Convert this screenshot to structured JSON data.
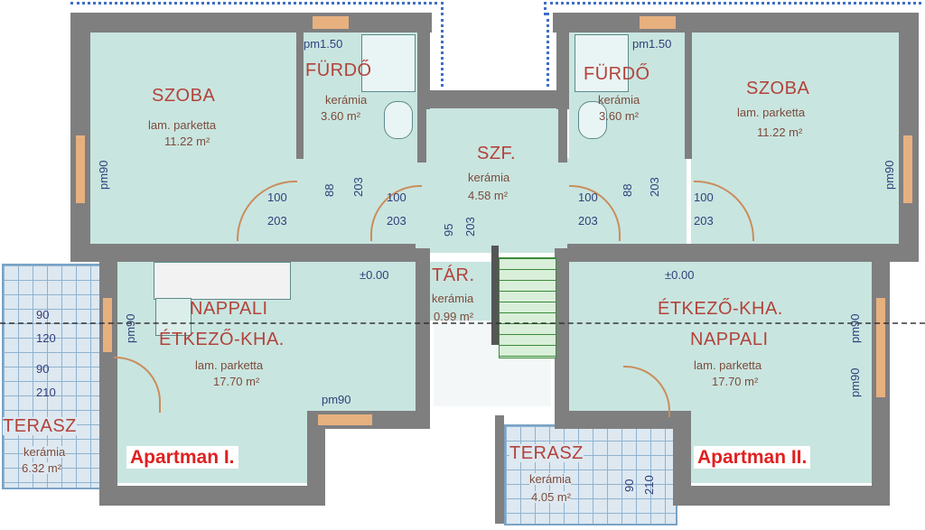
{
  "plan": {
    "rooms": {
      "szoba_1": {
        "name": "SZOBA",
        "floor": "lam. parketta",
        "area": "11.22 m²"
      },
      "furdo_1": {
        "name": "FÜRDŐ",
        "floor": "kerámia",
        "area": "3.60 m²"
      },
      "szf": {
        "name": "SZF.",
        "floor": "kerámia",
        "area": "4.58 m²"
      },
      "furdo_2": {
        "name": "FÜRDŐ",
        "floor": "kerámia",
        "area": "3.60 m²"
      },
      "szoba_2": {
        "name": "SZOBA",
        "floor": "lam. parketta",
        "area": "11.22 m²"
      },
      "nappali_1": {
        "name_line1": "NAPPALI",
        "name_line2": "ÉTKEZŐ-KHA.",
        "floor": "lam. parketta",
        "area": "17.70 m²"
      },
      "tar": {
        "name": "TÁR.",
        "floor": "kerámia",
        "area": "0.99 m²"
      },
      "nappali_2": {
        "name_line1": "ÉTKEZŐ-KHA.",
        "name_line2": "NAPPALI",
        "floor": "lam. parketta",
        "area": "17.70 m²"
      },
      "terasz_1": {
        "name": "TERASZ",
        "floor": "kerámia",
        "area": "6.32 m²"
      },
      "terasz_2": {
        "name": "TERASZ",
        "floor": "kerámia",
        "area": "4.05 m²"
      }
    },
    "apartments": {
      "one": "Apartman I.",
      "two": "Apartman II."
    },
    "dims": {
      "pm150": "pm1.50",
      "pm90": "pm90",
      "d100": "100",
      "d203": "203",
      "d88": "88",
      "d95": "95",
      "lvl": "±0.00",
      "d90": "90",
      "d120": "120",
      "d210": "210"
    }
  }
}
